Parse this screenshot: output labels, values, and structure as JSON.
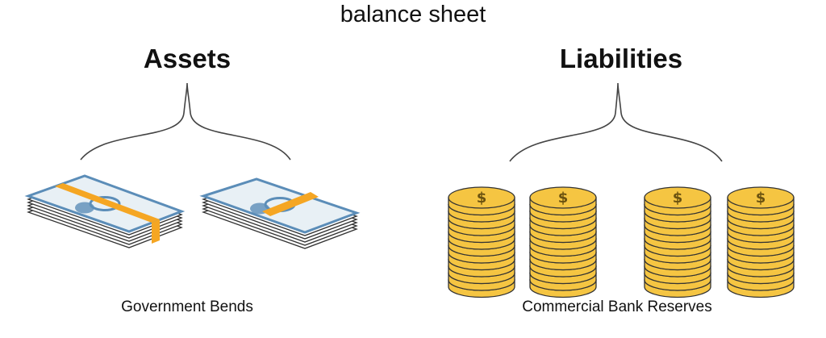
{
  "title": "balance sheet",
  "assets": {
    "heading": "Assets",
    "caption": "Government Bends",
    "icon": "cash-stack-icon"
  },
  "liabilities": {
    "heading": "Liabilities",
    "caption": "Commercial Bank Reserves",
    "icon": "coin-stack-icon"
  },
  "colors": {
    "band": "#f5a623",
    "bill": "#e8f0f5",
    "bill_ink": "#5b8db8",
    "coin": "#f5c542",
    "outline": "#333333"
  }
}
